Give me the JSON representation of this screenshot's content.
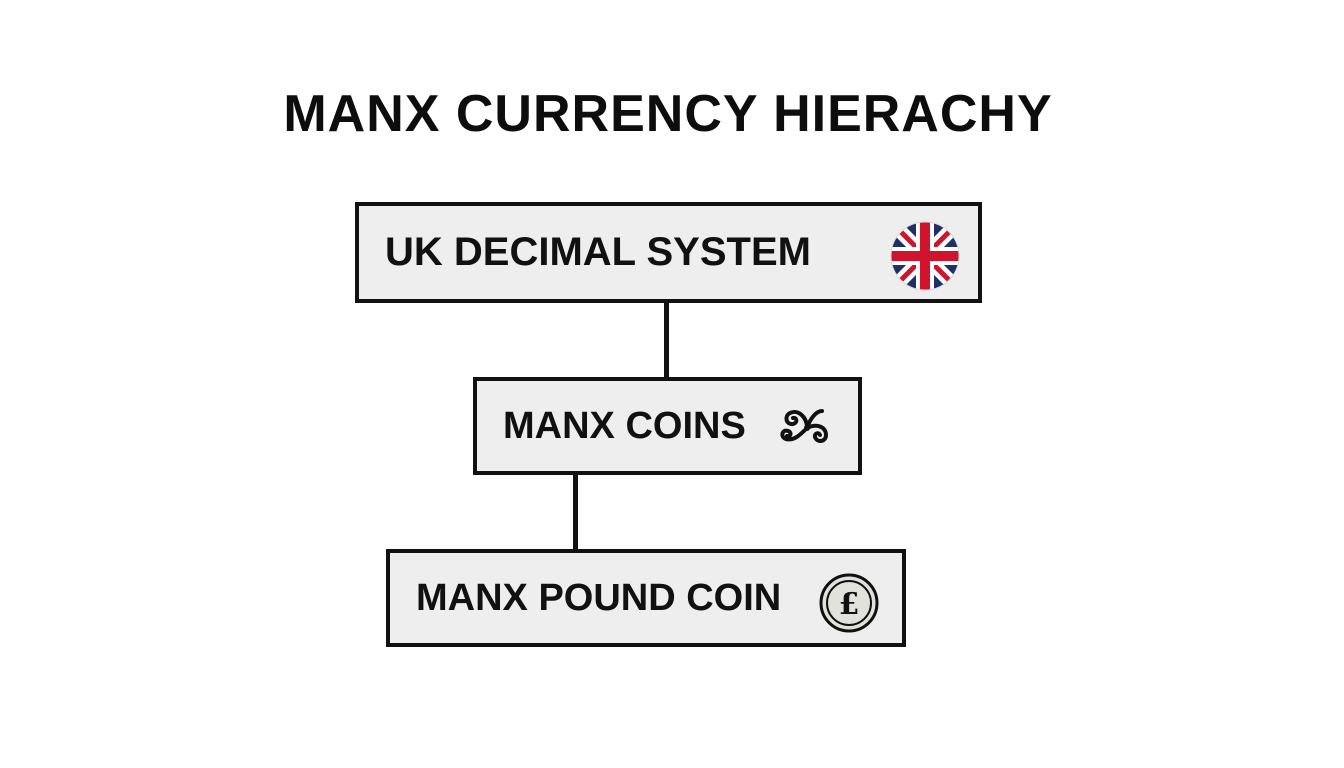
{
  "title": "MANX CURRENCY HIERACHY",
  "nodes": [
    {
      "label": "UK DECIMAL SYSTEM",
      "icon": "union-jack-flag-icon"
    },
    {
      "label": "MANX COINS",
      "icon": "triskelion-icon"
    },
    {
      "label": "MANX POUND COIN",
      "icon": "pound-coin-icon"
    }
  ],
  "pound_coin": {
    "symbol": "£"
  },
  "colors": {
    "box_fill": "#eeeeee",
    "border": "#111111",
    "flag_blue": "#1f2f6b",
    "flag_red": "#cf142b",
    "coin_fill": "#e2e2dc"
  }
}
